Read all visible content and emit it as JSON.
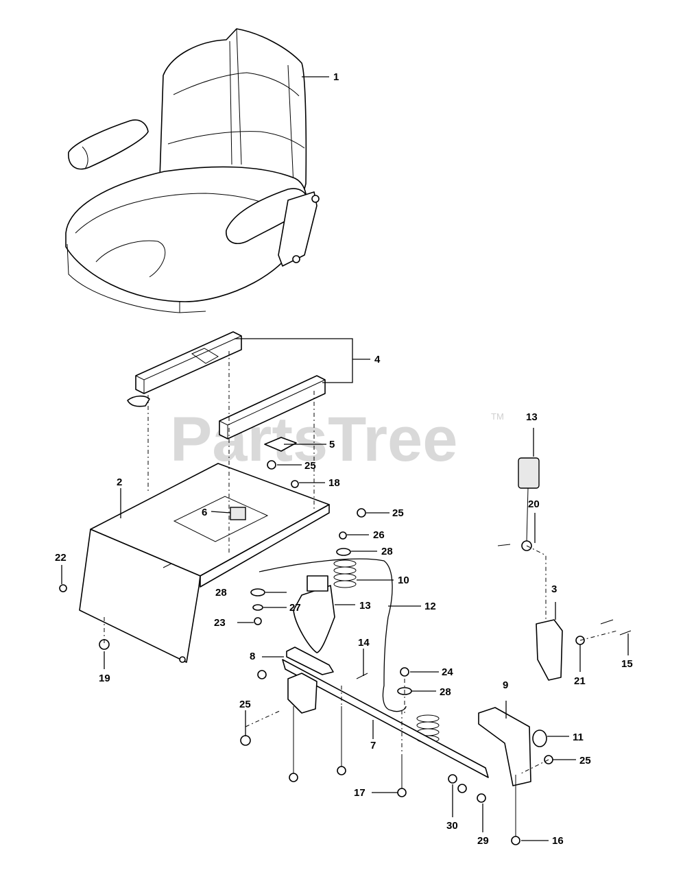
{
  "watermark": {
    "text": "PartsTree",
    "mark": "TM"
  },
  "callouts": [
    {
      "id": "c1",
      "label": "1"
    },
    {
      "id": "c2",
      "label": "2"
    },
    {
      "id": "c3",
      "label": "3"
    },
    {
      "id": "c4",
      "label": "4"
    },
    {
      "id": "c5",
      "label": "5"
    },
    {
      "id": "c6",
      "label": "6"
    },
    {
      "id": "c7",
      "label": "7"
    },
    {
      "id": "c8",
      "label": "8"
    },
    {
      "id": "c9",
      "label": "9"
    },
    {
      "id": "c10",
      "label": "10"
    },
    {
      "id": "c11",
      "label": "11"
    },
    {
      "id": "c12",
      "label": "12"
    },
    {
      "id": "c13a",
      "label": "13"
    },
    {
      "id": "c13b",
      "label": "13"
    },
    {
      "id": "c14",
      "label": "14"
    },
    {
      "id": "c15",
      "label": "15"
    },
    {
      "id": "c16",
      "label": "16"
    },
    {
      "id": "c17",
      "label": "17"
    },
    {
      "id": "c18",
      "label": "18"
    },
    {
      "id": "c19",
      "label": "19"
    },
    {
      "id": "c20",
      "label": "20"
    },
    {
      "id": "c21",
      "label": "21"
    },
    {
      "id": "c22",
      "label": "22"
    },
    {
      "id": "c23",
      "label": "23"
    },
    {
      "id": "c24",
      "label": "24"
    },
    {
      "id": "c25a",
      "label": "25"
    },
    {
      "id": "c25b",
      "label": "25"
    },
    {
      "id": "c25c",
      "label": "25"
    },
    {
      "id": "c25d",
      "label": "25"
    },
    {
      "id": "c26",
      "label": "26"
    },
    {
      "id": "c27",
      "label": "27"
    },
    {
      "id": "c28a",
      "label": "28"
    },
    {
      "id": "c28b",
      "label": "28"
    },
    {
      "id": "c28c",
      "label": "28"
    },
    {
      "id": "c29",
      "label": "29"
    },
    {
      "id": "c30",
      "label": "30"
    }
  ]
}
